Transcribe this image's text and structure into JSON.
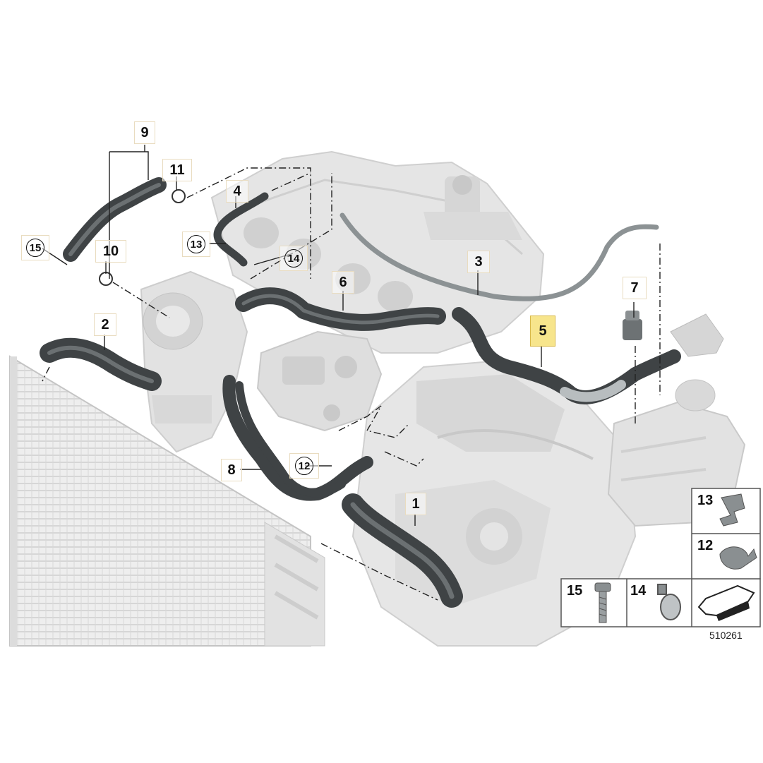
{
  "callouts": [
    {
      "id": "c9",
      "text": "9",
      "style": "plain"
    },
    {
      "id": "c11",
      "text": "11",
      "style": "plain"
    },
    {
      "id": "c4",
      "text": "4",
      "style": "plain"
    },
    {
      "id": "c15",
      "text": "15",
      "style": "circled"
    },
    {
      "id": "c10",
      "text": "10",
      "style": "plain"
    },
    {
      "id": "c13",
      "text": "13",
      "style": "circled"
    },
    {
      "id": "c14",
      "text": "14",
      "style": "circled"
    },
    {
      "id": "c3",
      "text": "3",
      "style": "plain"
    },
    {
      "id": "c6",
      "text": "6",
      "style": "plain"
    },
    {
      "id": "c7",
      "text": "7",
      "style": "plain"
    },
    {
      "id": "c2",
      "text": "2",
      "style": "plain"
    },
    {
      "id": "c5",
      "text": "5",
      "style": "highlight"
    },
    {
      "id": "c8",
      "text": "8",
      "style": "plain"
    },
    {
      "id": "c12",
      "text": "12",
      "style": "circled"
    },
    {
      "id": "c1",
      "text": "1",
      "style": "plain"
    }
  ],
  "legend": {
    "items": [
      {
        "id": "l13",
        "text": "13"
      },
      {
        "id": "l12",
        "text": "12"
      },
      {
        "id": "l15",
        "text": "15"
      },
      {
        "id": "l14",
        "text": "14"
      }
    ]
  },
  "diagram_number": "510261",
  "colors": {
    "hose": "#3f4345",
    "hose_highlight": "#6b7072",
    "engine": "#e4e4e4",
    "engine_shade": "#c9c9c9",
    "leader": "#222222",
    "highlight": "#f7e58c"
  }
}
